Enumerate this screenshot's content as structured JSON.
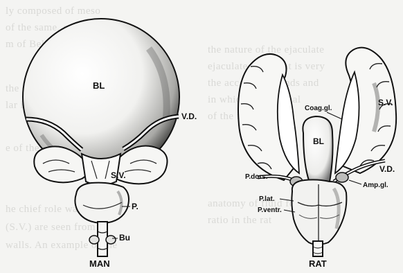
{
  "figures": {
    "man": {
      "caption": "MAN",
      "labels": {
        "bladder": "BL",
        "vas_deferens": "V.D.",
        "seminal_vesicle": "S.V.",
        "prostate": "P.",
        "bulbourethral": "Bu"
      }
    },
    "rat": {
      "caption": "RAT",
      "labels": {
        "bladder": "BL",
        "coagulating_gland": "Coag.gl.",
        "seminal_vesicle": "S.V.",
        "vas_deferens": "V.D.",
        "ampullary_gland": "Amp.gl.",
        "prostate_dorsal": "P.dors.",
        "prostate_lateral": "P.lat.",
        "prostate_ventral": "P.ventr."
      }
    }
  },
  "bleed_through": {
    "left": [
      "ly composed of meso",
      "of the same, especially th",
      "m of Bellini anastomo",
      "the shell remains, and",
      "lar in the fat about",
      "e of the bladder",
      "he chief role was so",
      "(S.V.) are seen from",
      "walls. An example of the"
    ],
    "right": [
      "the nature of the ejaculate",
      "ejaculate of the rat is very",
      "the accessory glands and",
      "in which the seminal",
      "of the rat.",
      "anatomy of fluid for it",
      "ratio in the rat"
    ]
  }
}
